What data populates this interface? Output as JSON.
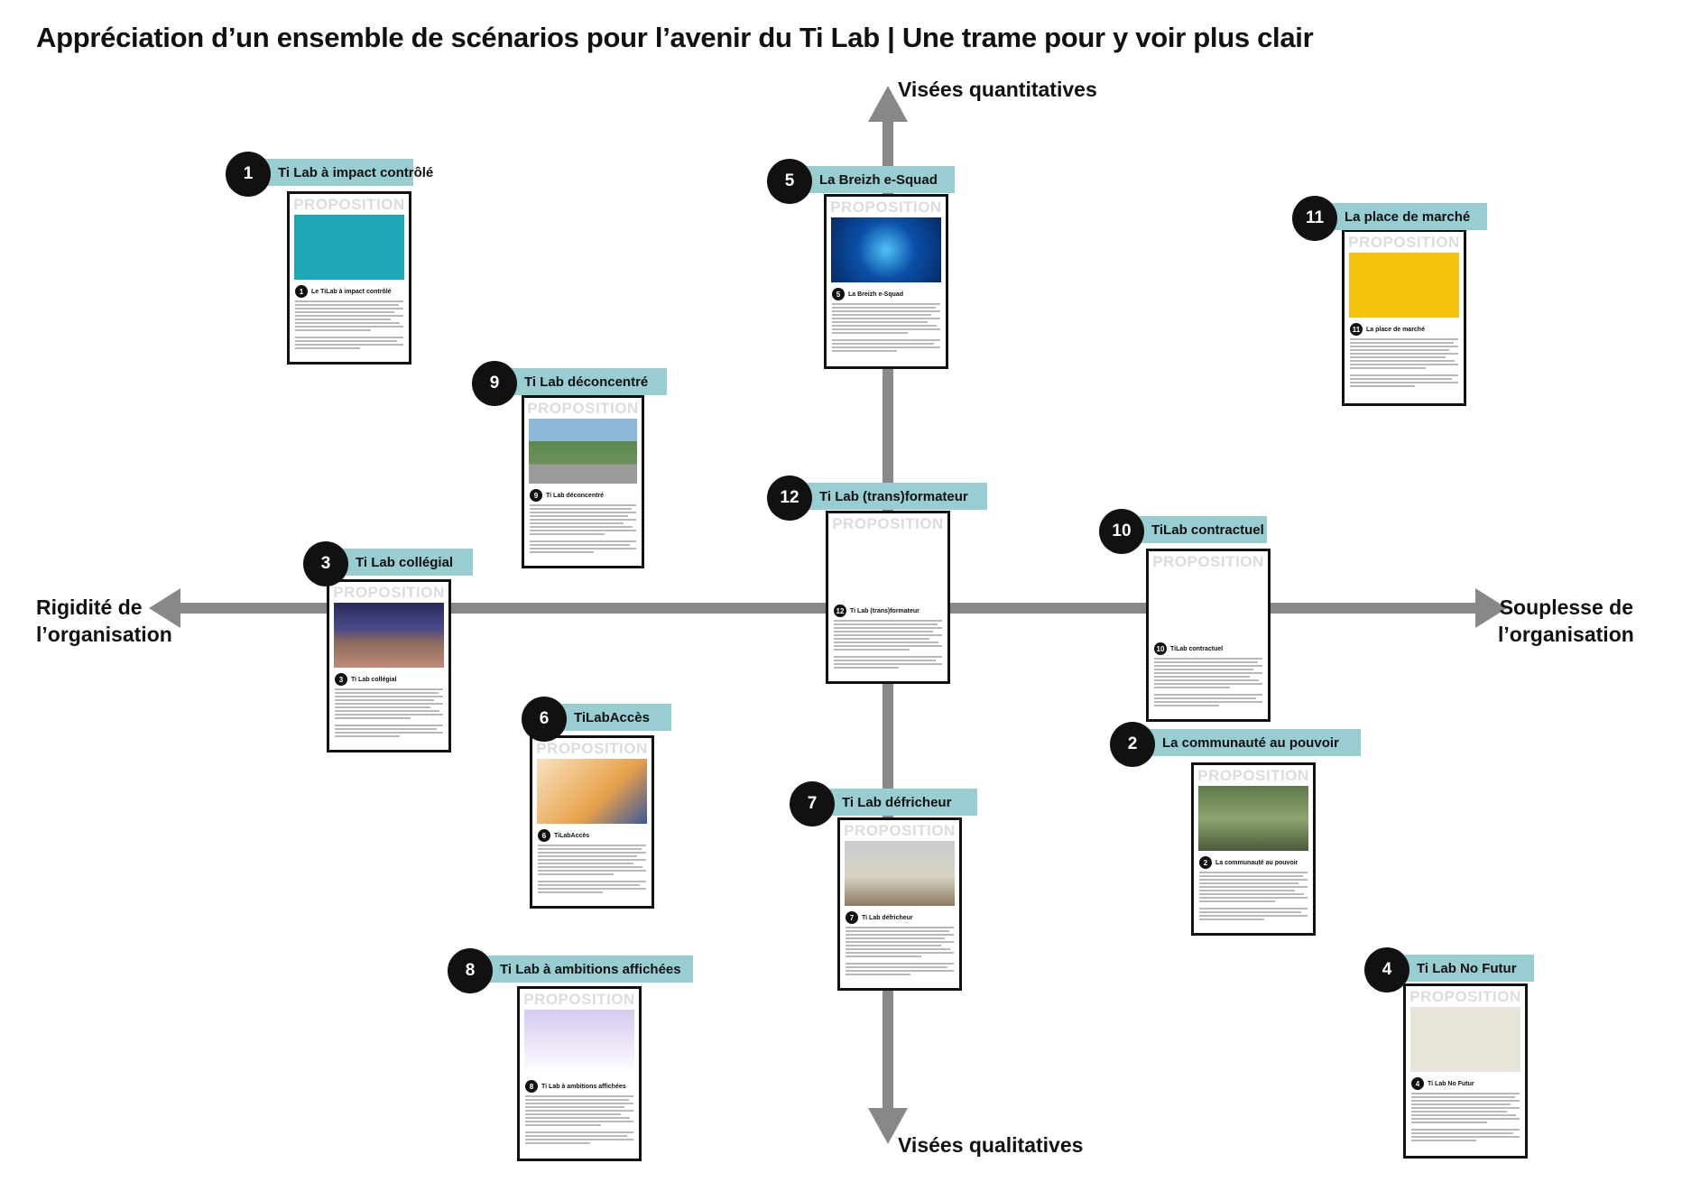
{
  "title": "Appréciation d’un ensemble de scénarios pour l’avenir du Ti Lab | Une trame pour y voir plus clair",
  "axes": {
    "top": "Visées quantitatives",
    "bottom": "Visées qualitatives",
    "left": [
      "Rigidité de",
      "l’organisation"
    ],
    "right": [
      "Souplesse de",
      "l’organisation"
    ]
  },
  "doc_header": "PROPOSITION",
  "colors": {
    "banner": "#98cdd1",
    "badge": "#111111",
    "axis": "#888888"
  },
  "scenarios": [
    {
      "id": "s1",
      "num": "1",
      "label": "Ti Lab à impact contrôlé",
      "doc_title": "Le TiLab à impact contrôlé"
    },
    {
      "id": "s5",
      "num": "5",
      "label": "La Breizh e-Squad",
      "doc_title": "La Breizh e-Squad"
    },
    {
      "id": "s11",
      "num": "11",
      "label": "La place de marché",
      "doc_title": "La place de marché"
    },
    {
      "id": "s9",
      "num": "9",
      "label": "Ti Lab déconcentré",
      "doc_title": "Ti Lab déconcentré"
    },
    {
      "id": "s12",
      "num": "12",
      "label": "Ti Lab (trans)formateur",
      "doc_title": "Ti Lab (trans)formateur"
    },
    {
      "id": "s10",
      "num": "10",
      "label": "TiLab contractuel",
      "doc_title": "TiLab contractuel"
    },
    {
      "id": "s3",
      "num": "3",
      "label": "Ti Lab collégial",
      "doc_title": "Ti Lab collégial"
    },
    {
      "id": "s2",
      "num": "2",
      "label": "La communauté au pouvoir",
      "doc_title": "La communauté au pouvoir"
    },
    {
      "id": "s6",
      "num": "6",
      "label": "TiLabAccès",
      "doc_title": "TiLabAccès"
    },
    {
      "id": "s7",
      "num": "7",
      "label": "Ti Lab défricheur",
      "doc_title": "Ti Lab défricheur"
    },
    {
      "id": "s8",
      "num": "8",
      "label": "Ti Lab à ambitions affichées",
      "doc_title": "Ti Lab à ambitions affichées"
    },
    {
      "id": "s4",
      "num": "4",
      "label": "Ti Lab No Futur",
      "doc_title": "Ti Lab No Futur"
    }
  ]
}
